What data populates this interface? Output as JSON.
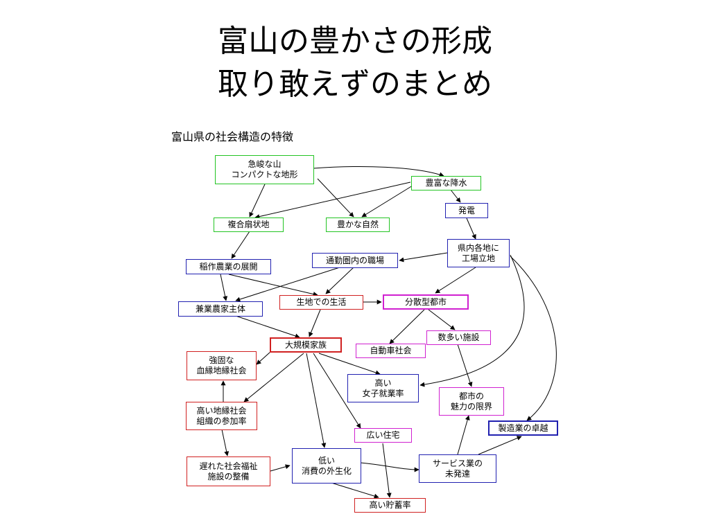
{
  "slide": {
    "title_line1": "富山の豊かさの形成",
    "title_line2": "取り敢えずのまとめ"
  },
  "diagram": {
    "subtitle": "富山県の社会構造の特徴",
    "nodes": {
      "steep_mountains": "急峻な山\nコンパクトな地形",
      "abundant_rain": "豊富な降水",
      "power_generation": "発電",
      "alluvial_fans": "複合扇状地",
      "rich_nature": "豊かな自然",
      "factory_location": "県内各地に\n工場立地",
      "rice_farming": "稲作農業の展開",
      "commute_jobs": "通勤圏内の職場",
      "parttime_farmers": "兼業農家主体",
      "local_life": "生地での生活",
      "dispersed_cities": "分散型都市",
      "many_facilities": "数多い施設",
      "large_family": "大規模家族",
      "car_society": "自動車社会",
      "strong_ties": "強固な\n血縁地縁社会",
      "female_employment": "高い\n女子就業率",
      "community_participation": "高い地縁社会\n組織の参加率",
      "city_limits": "都市の\n魅力の限界",
      "large_housing": "広い住宅",
      "manufacturing": "製造業の卓越",
      "welfare_delay": "遅れた社会福祉\n施設の整備",
      "low_outsourcing": "低い\n消費の外生化",
      "service_underdeveloped": "サービス業の\n未発達",
      "high_savings": "高い貯蓄率"
    }
  }
}
